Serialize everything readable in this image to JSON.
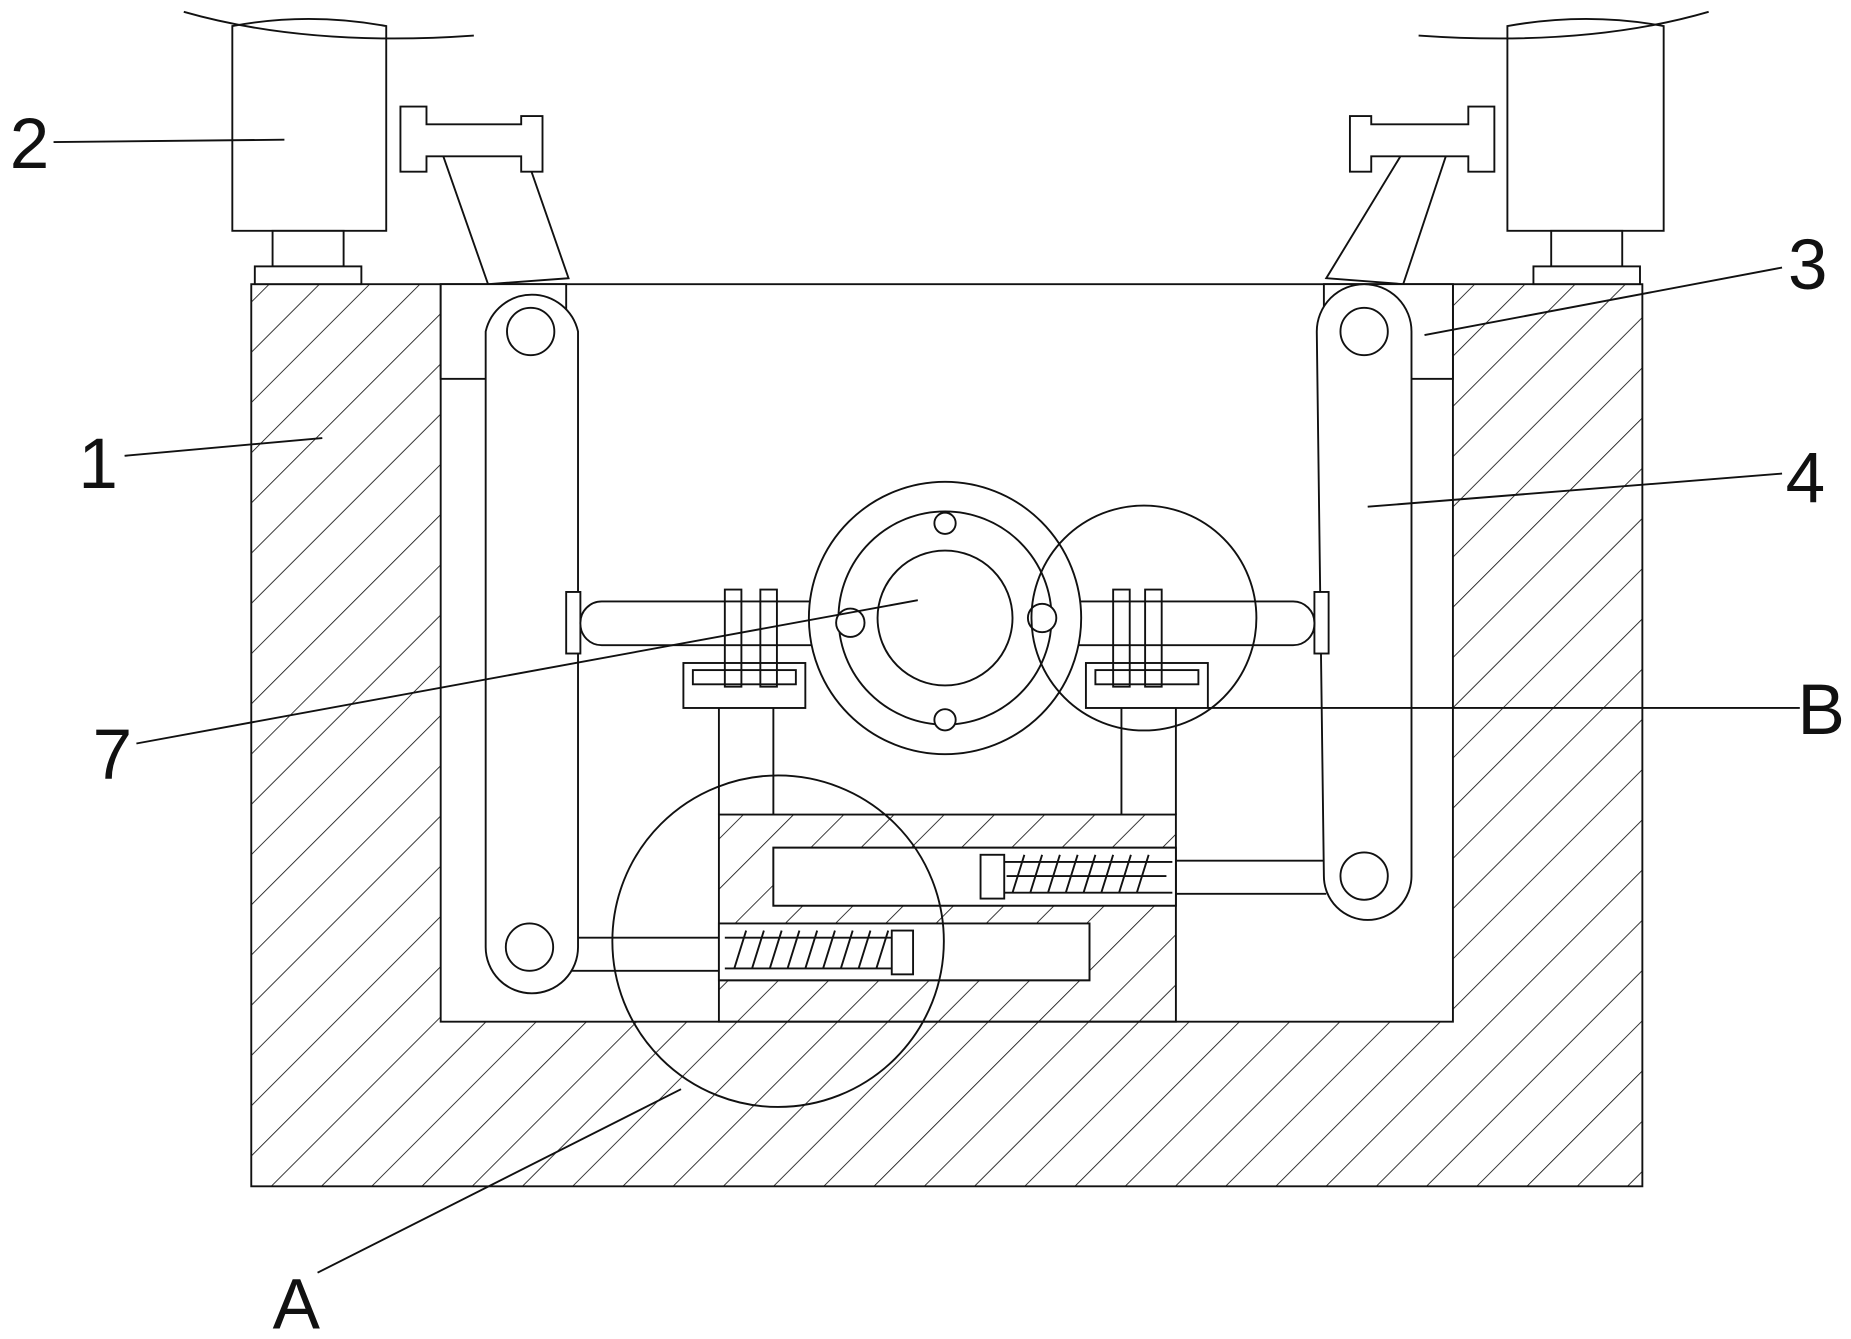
{
  "figure": {
    "type": "patent-drawing",
    "labels": {
      "body": "1",
      "post": "2",
      "pivot_plate": "3",
      "link_arm": "4",
      "gear": "7",
      "detail_a": "A",
      "detail_b": "B"
    }
  }
}
